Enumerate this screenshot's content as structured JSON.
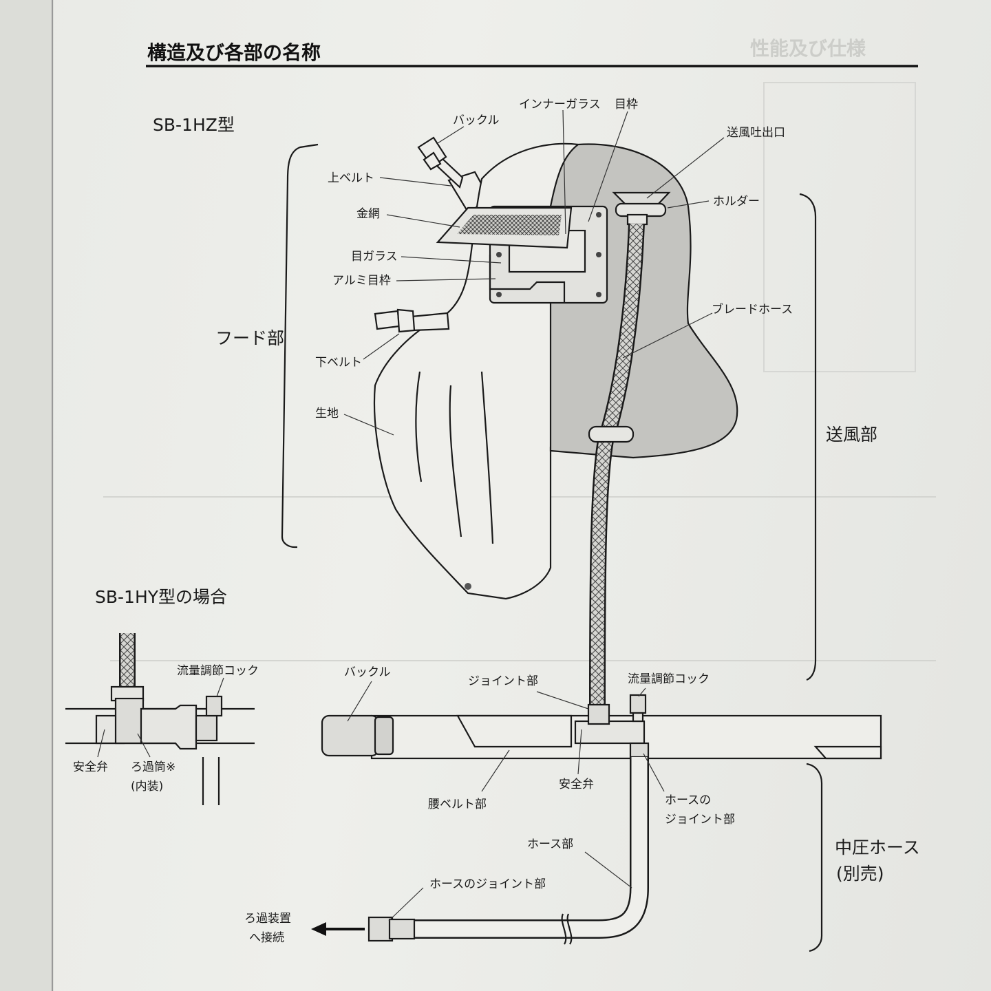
{
  "header": {
    "title": "構造及び各部の名称",
    "ghost_title": "性能及び仕様"
  },
  "main_model": "SB-1HZ型",
  "sub_model": "SB-1HY型の場合",
  "labels": {
    "buckle_top": "バックル",
    "inner_glass": "インナーガラス",
    "eye_frame": "目枠",
    "air_outlet": "送風吐出口",
    "holder": "ホルダー",
    "upper_belt": "上ベルト",
    "wire_mesh": "金網",
    "eye_glass": "目ガラス",
    "alu_frame": "アルミ目枠",
    "braided_hose": "ブレードホース",
    "hood_part": "フード部",
    "lower_belt": "下ベルト",
    "fabric": "生地",
    "air_supply_part": "送風部",
    "buckle_bottom": "バックル",
    "joint_part": "ジョイント部",
    "flow_cock": "流量調節コック",
    "safety_valve": "安全弁",
    "waist_belt": "腰ベルト部",
    "hose_joint": "ホースの",
    "hose_joint_2": "ジョイント部",
    "hose_part": "ホース部",
    "hose_joint_full": "ホースのジョイント部",
    "filter_connect_1": "ろ過装置",
    "filter_connect_2": "へ接続",
    "mid_hose_1": "中圧ホース",
    "mid_hose_2": "(別売)"
  },
  "inset_labels": {
    "flow_cock": "流量調節コック",
    "safety_valve": "安全弁",
    "filter_tube": "ろ過筒※",
    "built_in": "(内装)"
  }
}
